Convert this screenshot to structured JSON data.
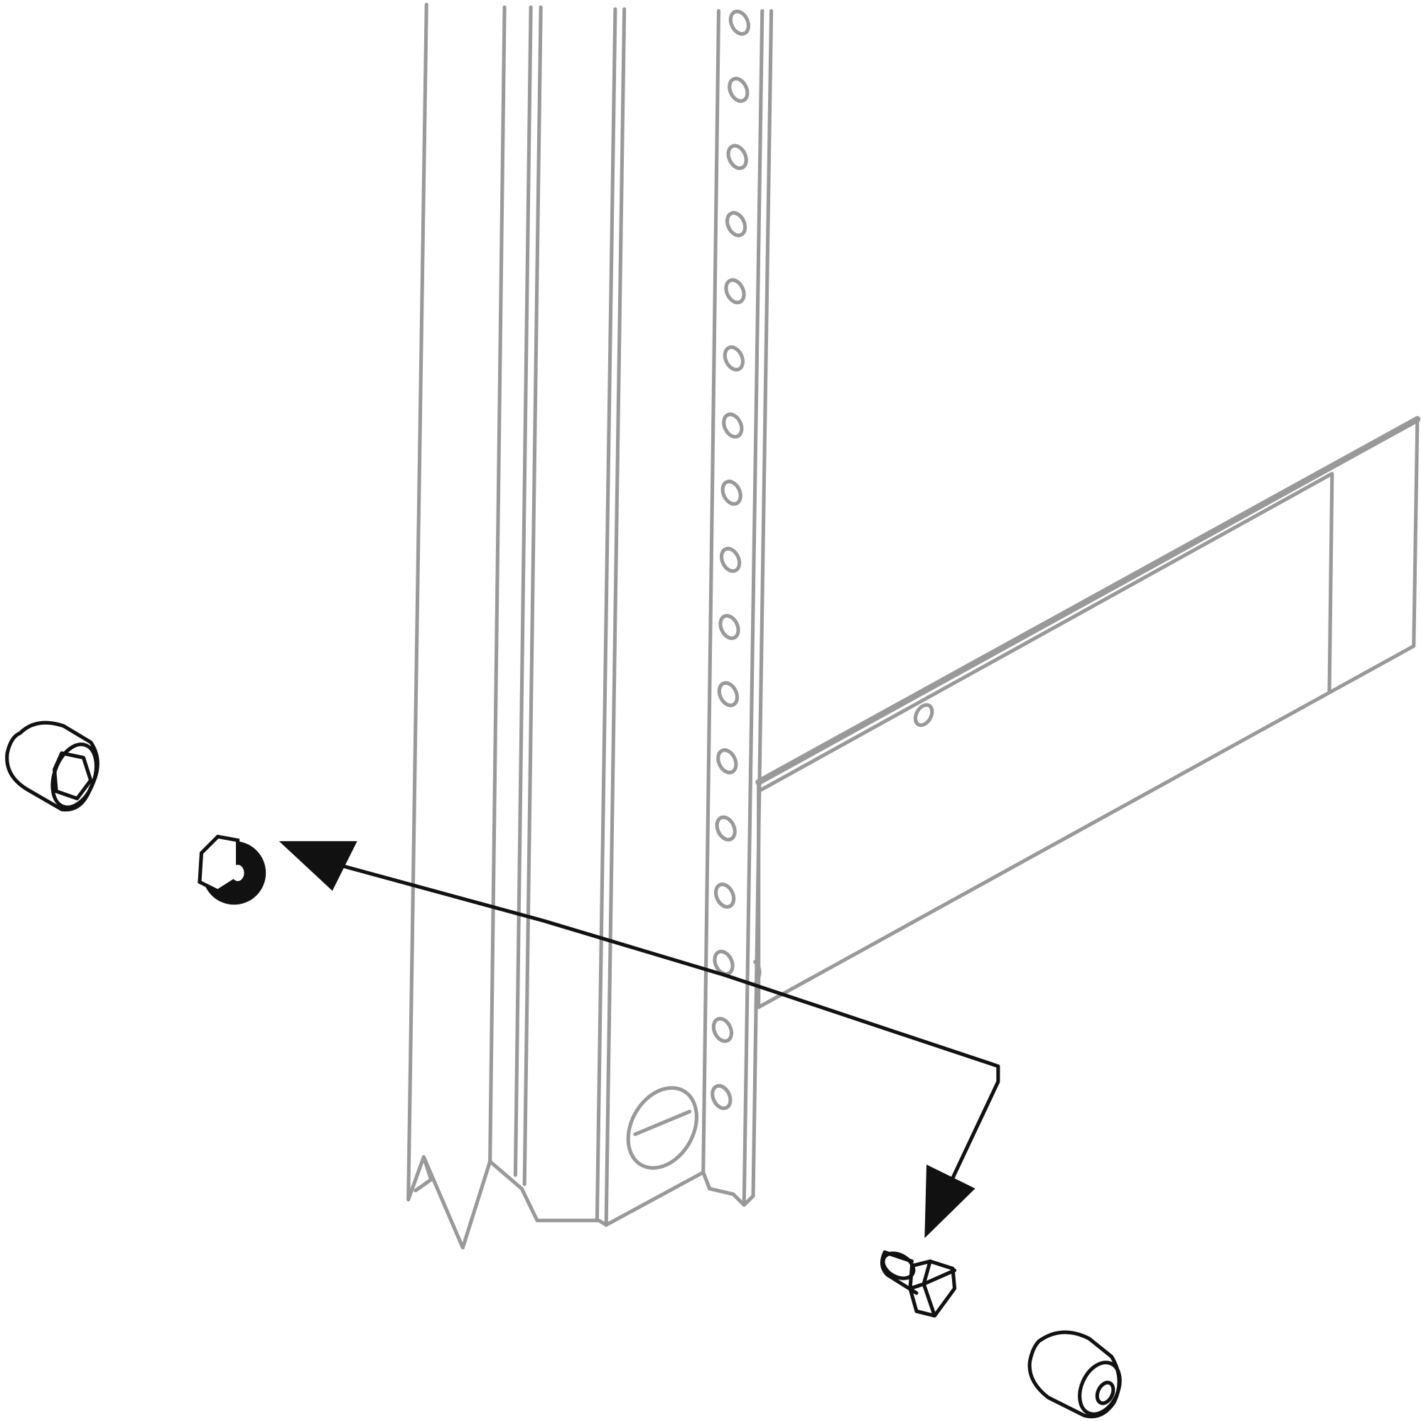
{
  "diagram": {
    "type": "assembly-illustration",
    "colors": {
      "frame": "#999999",
      "hardware": "#111111",
      "background": "#ffffff"
    },
    "parts": [
      "upright-post",
      "beam",
      "flange-nut",
      "bolt",
      "left-socket",
      "right-socket",
      "assembly-arrow"
    ]
  }
}
